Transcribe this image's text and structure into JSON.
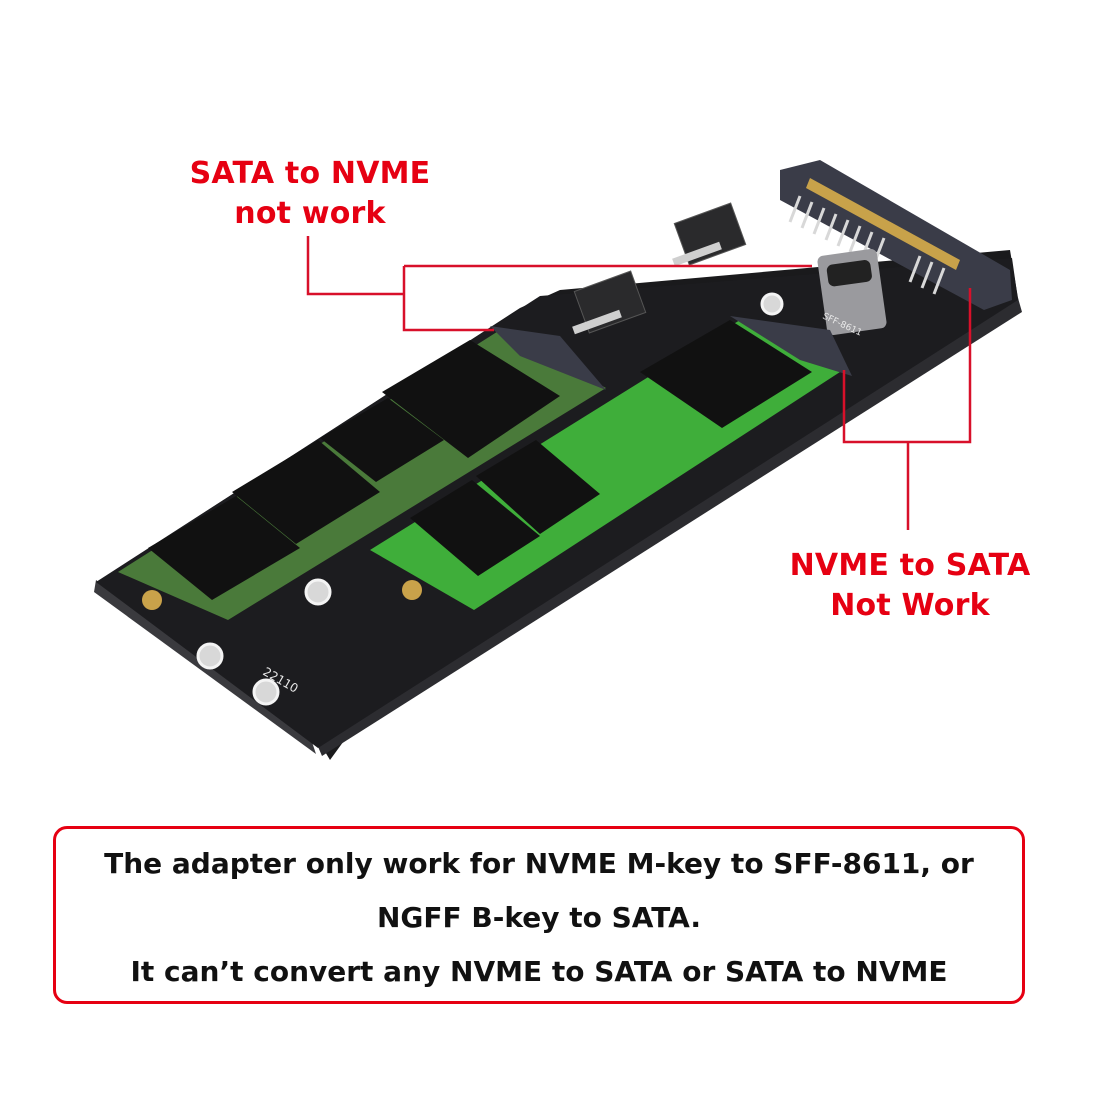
{
  "image": {
    "subject": "M.2 to SATA / SFF-8611 adapter board with two M.2 SSDs installed",
    "background_color": "#ffffff",
    "accent_color": "#e60012"
  },
  "callouts": {
    "top_left": {
      "line1": "SATA to NVME",
      "line2": "not work"
    },
    "right": {
      "line1": "NVME to SATA",
      "line2": "Not Work"
    }
  },
  "board": {
    "silkscreen_size_label": "22110",
    "port_label": "SFF-8611",
    "connectors": [
      "SATA data + power connector",
      "SFF-8611 port",
      "M.2 B-key slot",
      "M.2 M-key slot"
    ]
  },
  "note": {
    "line1": "The adapter only work for NVME M-key to SFF-8611, or",
    "line2": "NGFF B-key to SATA.",
    "line3": "It can’t convert any NVME to SATA or SATA to NVME"
  }
}
